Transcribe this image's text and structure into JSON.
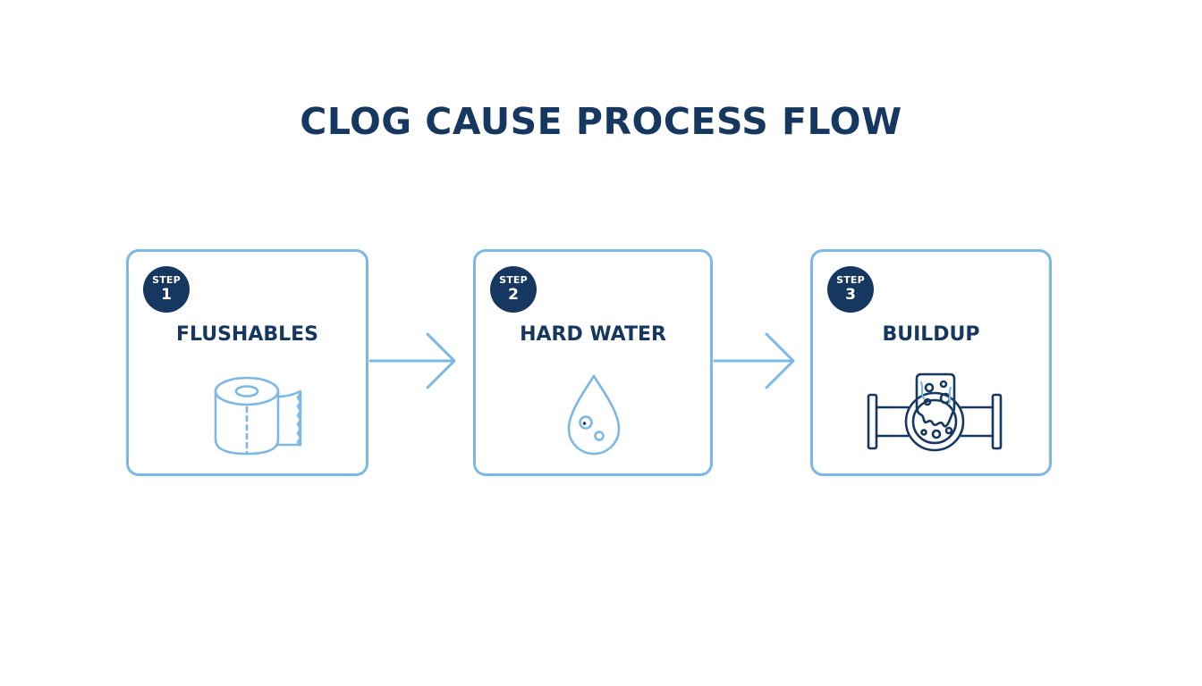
{
  "title": "CLOG CAUSE PROCESS FLOW",
  "colors": {
    "dark_navy": "#16375f",
    "light_blue": "#7db8e4",
    "background": "#ffffff"
  },
  "steps": [
    {
      "badge_label": "STEP",
      "badge_number": "1",
      "title": "FLUSHABLES",
      "icon": "toilet-paper-roll-icon"
    },
    {
      "badge_label": "STEP",
      "badge_number": "2",
      "title": "HARD WATER",
      "icon": "water-drop-icon"
    },
    {
      "badge_label": "STEP",
      "badge_number": "3",
      "title": "BUILDUP",
      "icon": "clogged-pipe-icon"
    }
  ],
  "connectors": [
    "arrow-right-icon",
    "arrow-right-icon"
  ]
}
